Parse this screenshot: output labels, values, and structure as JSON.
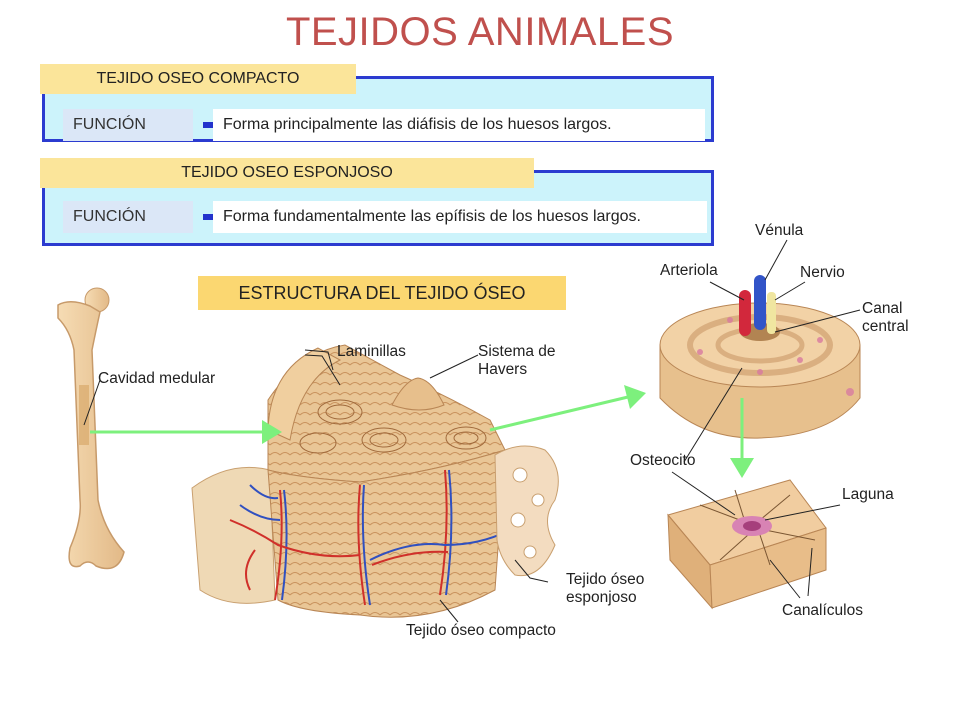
{
  "title": "TEJIDOS ANIMALES",
  "compact": {
    "heading": "TEJIDO OSEO COMPACTO",
    "function_label": "FUNCIÓN",
    "function_text": "Forma principalmente las diáfisis de los huesos largos."
  },
  "spongy": {
    "heading": "TEJIDO OSEO ESPONJOSO",
    "function_label": "FUNCIÓN",
    "function_text": "Forma fundamentalmente las epífisis de los huesos largos."
  },
  "structure": {
    "heading": "ESTRUCTURA DEL TEJIDO ÓSEO"
  },
  "labels": {
    "cavidad_medular": "Cavidad medular",
    "laminillas": "Laminillas",
    "sistema_havers_1": "Sistema de",
    "sistema_havers_2": "Havers",
    "tejido_esponjoso_1": "Tejido óseo",
    "tejido_esponjoso_2": "esponjoso",
    "tejido_compacto": "Tejido óseo compacto",
    "venula": "Vénula",
    "arteriola": "Arteriola",
    "nervio": "Nervio",
    "canal_central_1": "Canal",
    "canal_central_2": "central",
    "osteocito": "Osteocito",
    "laguna": "Laguna",
    "canaliculos": "Canalículos"
  },
  "colors": {
    "title": "#c0504d",
    "panel_bg": "#ccf3fb",
    "panel_border": "#2b3bd0",
    "tab_bg": "#fbe59a",
    "structure_tab_bg": "#fbd771",
    "arrow": "#7df07d",
    "bone": "#eecfa0"
  }
}
